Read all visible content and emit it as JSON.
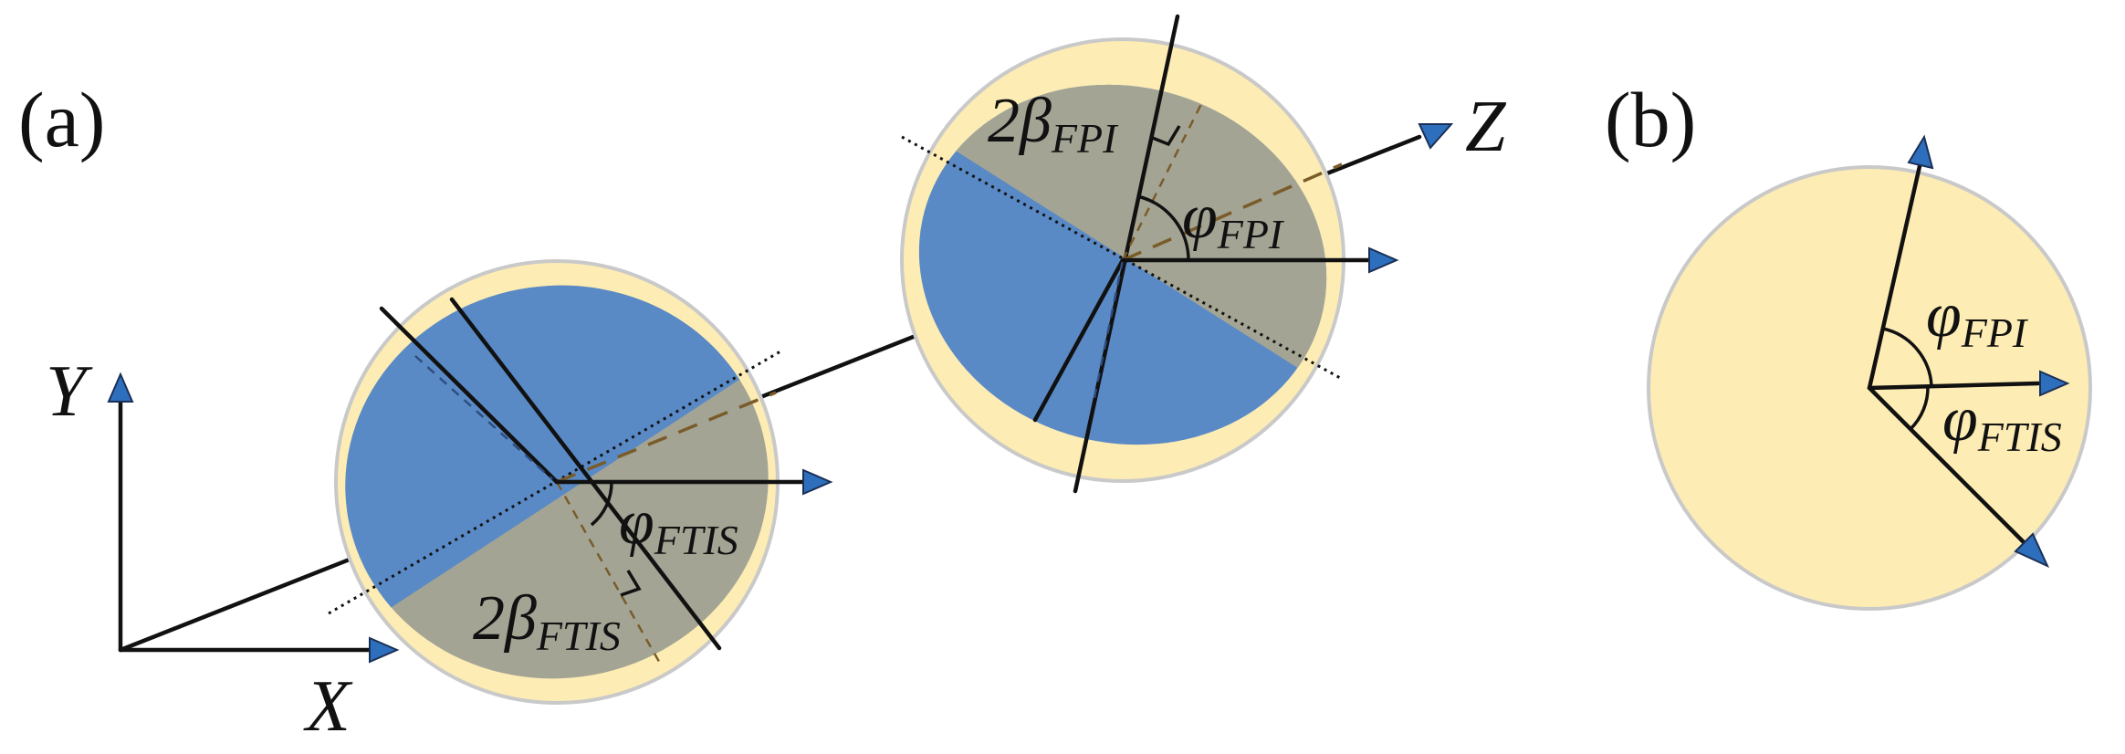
{
  "panels": {
    "a": {
      "label": "(a)"
    },
    "b": {
      "label": "(b)"
    }
  },
  "axes": {
    "x": "X",
    "y": "Y",
    "z": "Z"
  },
  "angles": {
    "phi_ftis": {
      "main": "φ",
      "sub": "FTIS"
    },
    "beta_ftis": {
      "main": "2β",
      "sub": "FTIS"
    },
    "phi_fpi": {
      "main": "φ",
      "sub": "FPI"
    },
    "beta_fpi": {
      "main": "2β",
      "sub": "FPI"
    }
  },
  "colors": {
    "disk_fill": "#fdecb4",
    "half_blue": "#5a8ac6",
    "half_grey": "#a3a494",
    "arrow_fill": "#2e6fbd"
  }
}
